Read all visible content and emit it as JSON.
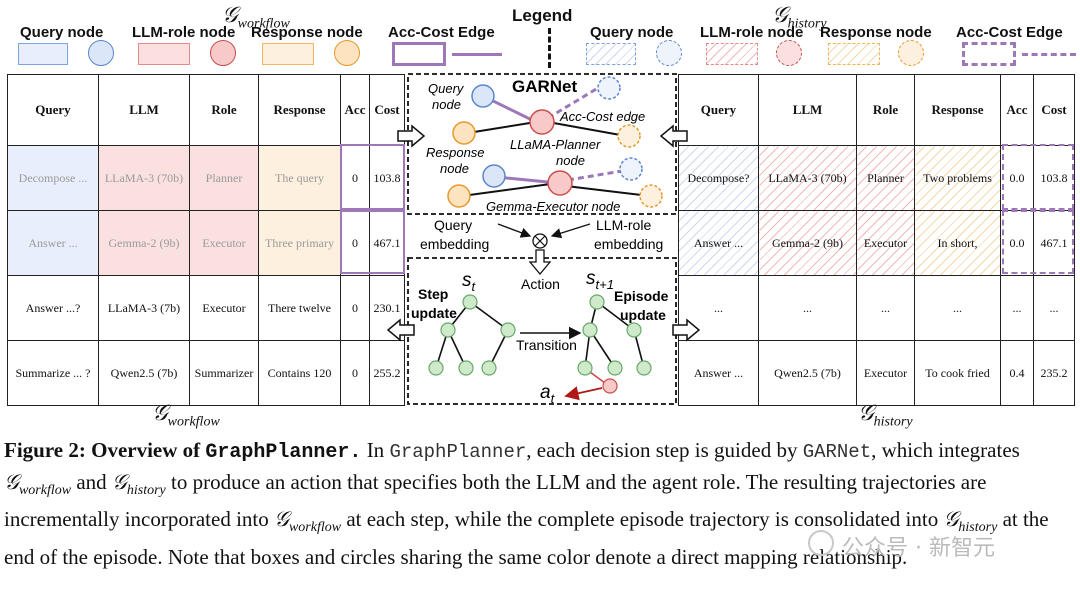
{
  "legend": {
    "title": "Legend",
    "workflow_title_main": "𝒢",
    "workflow_title_sub": "workflow",
    "history_title_main": "𝒢",
    "history_title_sub": "history",
    "items_left": [
      "Query node",
      "LLM-role node",
      "Response node",
      "Acc-Cost Edge"
    ],
    "items_right": [
      "Query node",
      "LLM-role node",
      "Response node",
      "Acc-Cost Edge"
    ]
  },
  "colors": {
    "query": "#7fa3dc",
    "llm_role": "#e58a8a",
    "response": "#f2b45c",
    "edge": "#9d77b8"
  },
  "workflow_table": {
    "headers": [
      "Query",
      "LLM",
      "Role",
      "Response",
      "Acc",
      "Cost"
    ],
    "rows": [
      [
        "Decompose ...",
        "LLaMA-3 (70b)",
        "Planner",
        "The query",
        "0",
        "103.8"
      ],
      [
        "Answer ...",
        "Gemma-2 (9b)",
        "Executor",
        "Three primary",
        "0",
        "467.1"
      ],
      [
        "Answer ...?",
        "LLaMA-3 (7b)",
        "Executor",
        "There twelve",
        "0",
        "230.1"
      ],
      [
        "Summarize ... ?",
        "Qwen2.5 (7b)",
        "Summarizer",
        "Contains 120",
        "0",
        "255.2"
      ]
    ],
    "label_main": "𝒢",
    "label_sub": "workflow"
  },
  "history_table": {
    "headers": [
      "Query",
      "LLM",
      "Role",
      "Response",
      "Acc",
      "Cost"
    ],
    "rows": [
      [
        "Decompose?",
        "LLaMA-3 (70b)",
        "Planner",
        "Two problems",
        "0.0",
        "103.8"
      ],
      [
        "Answer ...",
        "Gemma-2 (9b)",
        "Executor",
        "In short,",
        "0.0",
        "467.1"
      ],
      [
        "...",
        "...",
        "...",
        "...",
        "...",
        "..."
      ],
      [
        "Answer ...",
        "Qwen2.5 (7b)",
        "Executor",
        "To cook fried",
        "0.4",
        "235.2"
      ]
    ],
    "label_main": "𝒢",
    "label_sub": "history"
  },
  "center": {
    "garnet_title": "GARNet",
    "query_node_label": [
      "Query",
      "node"
    ],
    "acc_cost_edge_label": "Acc-Cost edge",
    "planner_node_label": [
      "LLaMA-Planner",
      "node"
    ],
    "response_node_label": [
      "Response",
      "node"
    ],
    "executor_node_label": "Gemma-Executor node",
    "query_embedding_label": [
      "Query",
      "embedding"
    ],
    "llm_role_embedding_label": [
      "LLM-role",
      "embedding"
    ],
    "action_label": "Action",
    "s_t_label": "s",
    "s_t_sub": "t",
    "s_t1_label": "s",
    "s_t1_sub": "t+1",
    "step_update_label": [
      "Step",
      "update"
    ],
    "episode_update_label": [
      "Episode",
      "update"
    ],
    "transition_label": "Transition",
    "a_t_label": "a",
    "a_t_sub": "t"
  },
  "caption": {
    "fig_label": "Figure 2: ",
    "bold_title_a": "Overview of ",
    "bold_title_b": "GraphPlanner.",
    "t1": " In ",
    "mono_graphplanner": "GraphPlanner",
    "t2": ", each decision step is guided by ",
    "mono_garnet": "GARNet",
    "t3": ", which integrates ",
    "g_main": "𝒢",
    "g_workflow_sub": "workflow",
    "t4": " and ",
    "g_history_sub": "history",
    "t5": " to produce an action that specifies both the LLM and the agent role. The resulting trajectories are incrementally incorporated into ",
    "t6": " at each step, while the complete episode trajectory is consolidated into ",
    "t7": " at the end of the episode. Note that boxes and circles sharing the same color denote a direct mapping relationship."
  },
  "watermark": "公众号 · 新智元"
}
